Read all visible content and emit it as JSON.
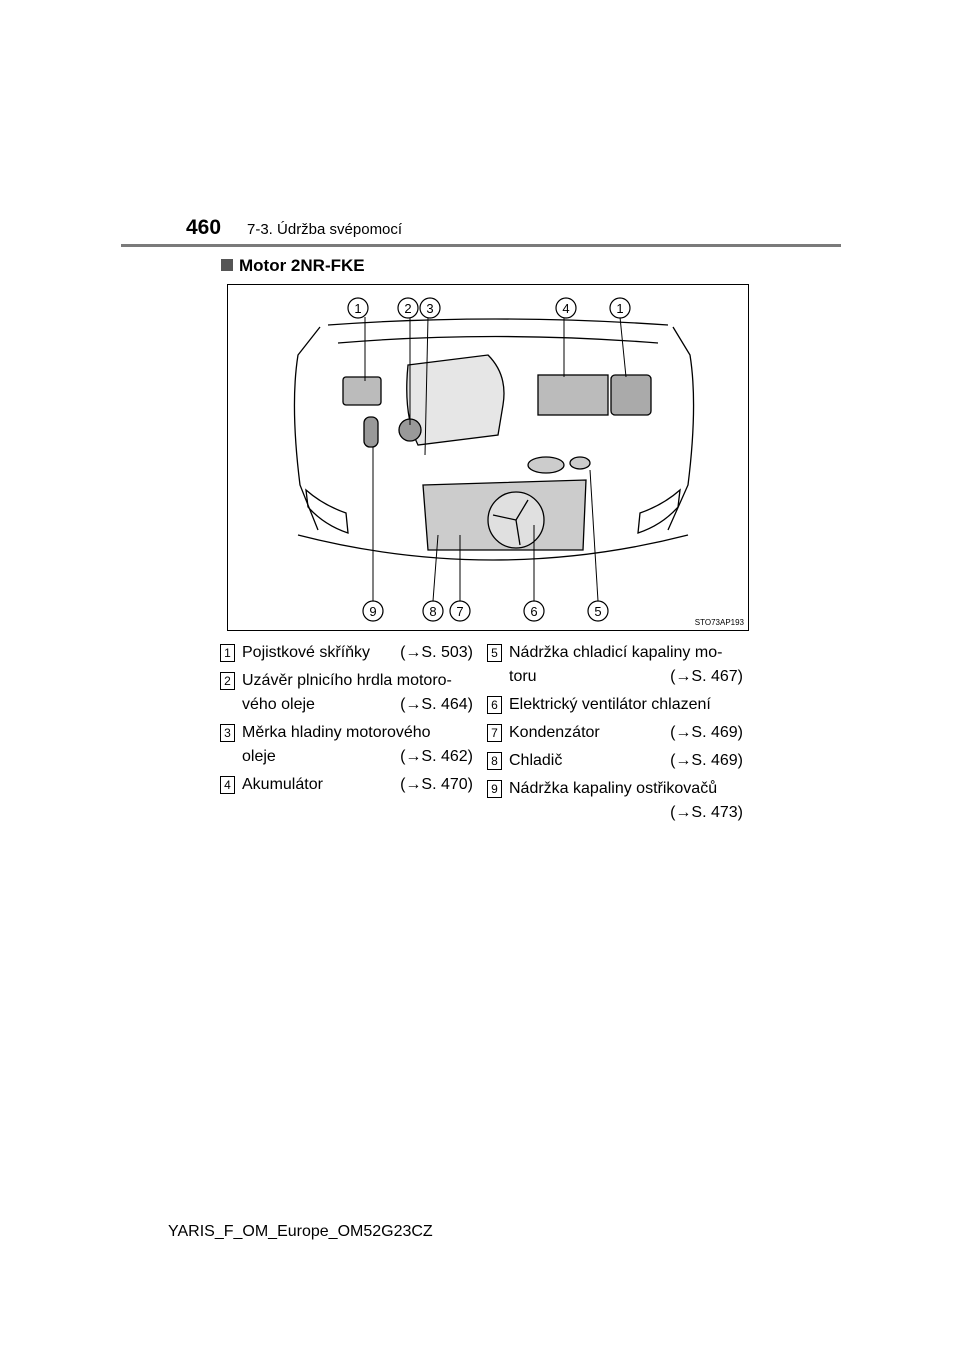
{
  "header": {
    "page_number": "460",
    "section": "7-3. Údržba svépomocí"
  },
  "subsection_title": "Motor 2NR-FKE",
  "figure": {
    "code": "STO73AP193",
    "top_callouts": [
      "1",
      "2",
      "3",
      "4",
      "1"
    ],
    "bottom_callouts": [
      "9",
      "8",
      "7",
      "6",
      "5"
    ]
  },
  "legend": {
    "left": [
      {
        "num": "1",
        "lines": [
          "Pojistkové skříňky"
        ],
        "ref": "(→S. 503)"
      },
      {
        "num": "2",
        "lines": [
          "Uzávěr plnicího hrdla motoro-",
          "vého oleje"
        ],
        "ref": "(→S. 464)"
      },
      {
        "num": "3",
        "lines": [
          "Měrka hladiny motorového",
          "oleje"
        ],
        "ref": "(→S. 462)"
      },
      {
        "num": "4",
        "lines": [
          "Akumulátor"
        ],
        "ref": "(→S. 470)"
      }
    ],
    "right": [
      {
        "num": "5",
        "lines": [
          "Nádržka chladicí kapaliny mo-",
          "toru"
        ],
        "ref": "(→S. 467)"
      },
      {
        "num": "6",
        "lines": [
          "Elektrický ventilátor chlazení"
        ],
        "ref": ""
      },
      {
        "num": "7",
        "lines": [
          "Kondenzátor"
        ],
        "ref": "(→S. 469)"
      },
      {
        "num": "8",
        "lines": [
          "Chladič"
        ],
        "ref": "(→S. 469)"
      },
      {
        "num": "9",
        "lines": [
          "Nádržka kapaliny ostřikovačů",
          ""
        ],
        "ref": "(→S. 473)"
      }
    ]
  },
  "footer": "YARIS_F_OM_Europe_OM52G23CZ"
}
